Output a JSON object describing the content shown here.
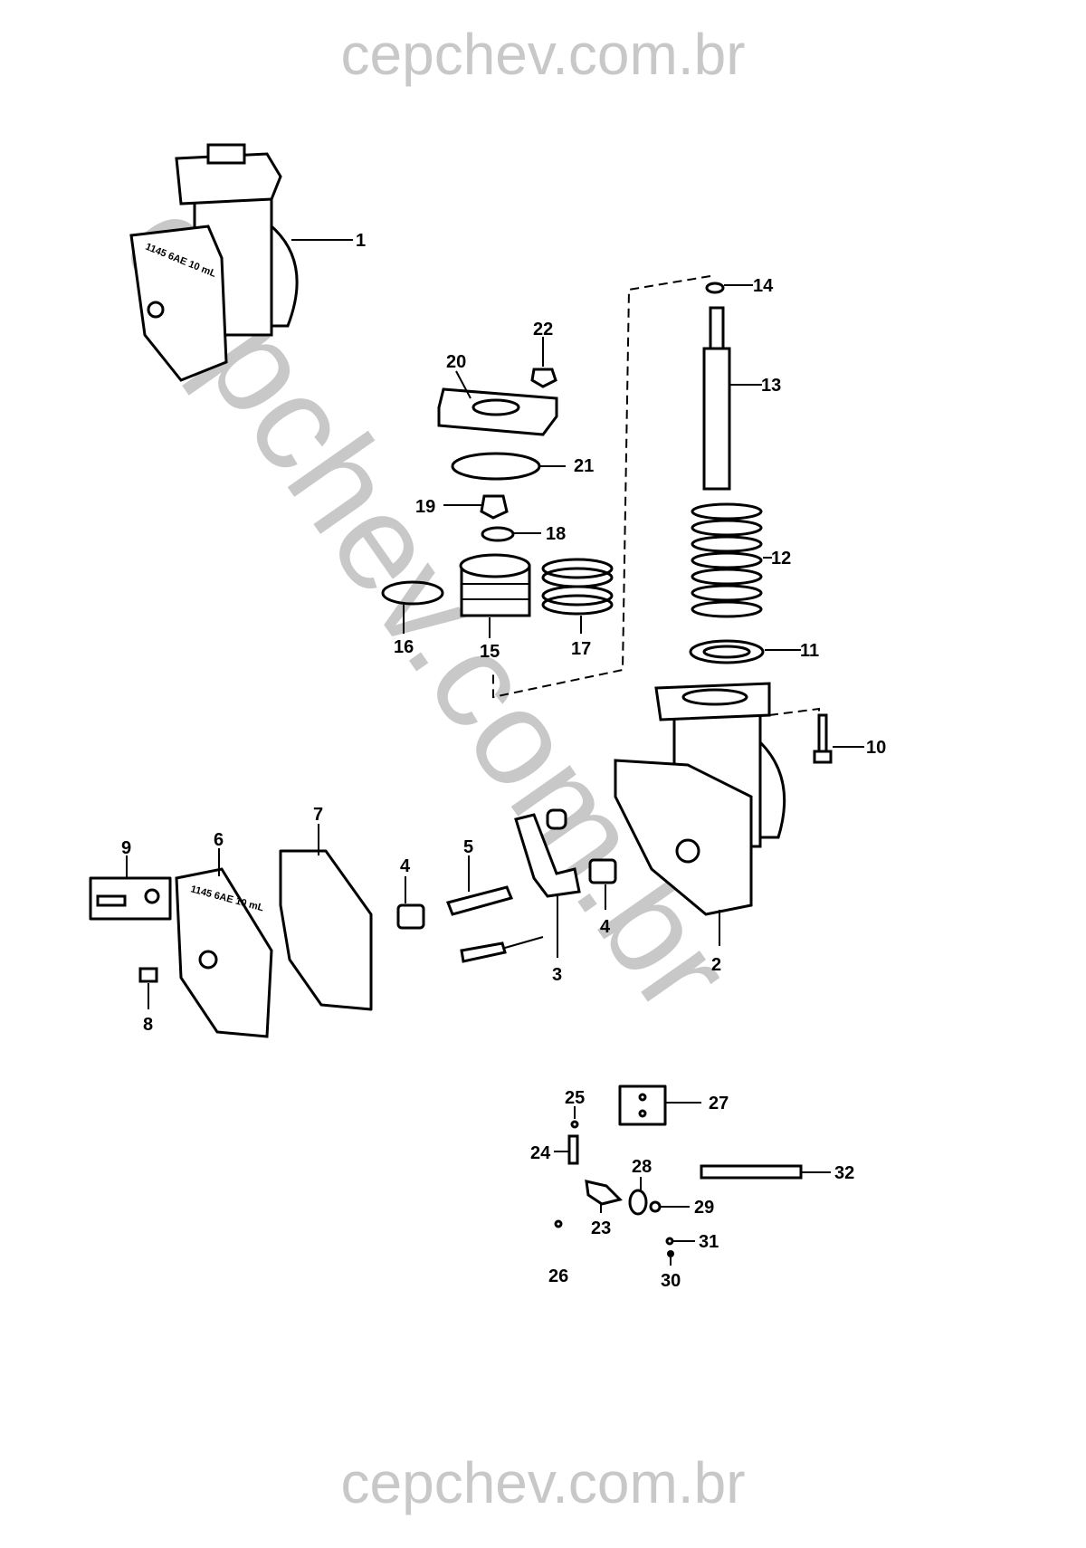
{
  "watermark": {
    "top": "cepchev.com.br",
    "diagonal": "cepchev.com.br",
    "bottom": "cepchev.com.br"
  },
  "casting_text": "1145 6AE 10 mL",
  "labels": {
    "p1": "1",
    "p2": "2",
    "p3": "3",
    "p4a": "4",
    "p4b": "4",
    "p5": "5",
    "p6": "6",
    "p7": "7",
    "p8": "8",
    "p9": "9",
    "p10": "10",
    "p11": "11",
    "p12": "12",
    "p13": "13",
    "p14": "14",
    "p15": "15",
    "p16": "16",
    "p17": "17",
    "p18": "18",
    "p19": "19",
    "p20": "20",
    "p21": "21",
    "p22": "22",
    "p23": "23",
    "p24": "24",
    "p25": "25",
    "p26": "26",
    "p27": "27",
    "p28": "28",
    "p29": "29",
    "p30": "30",
    "p31": "31",
    "p32": "32"
  }
}
